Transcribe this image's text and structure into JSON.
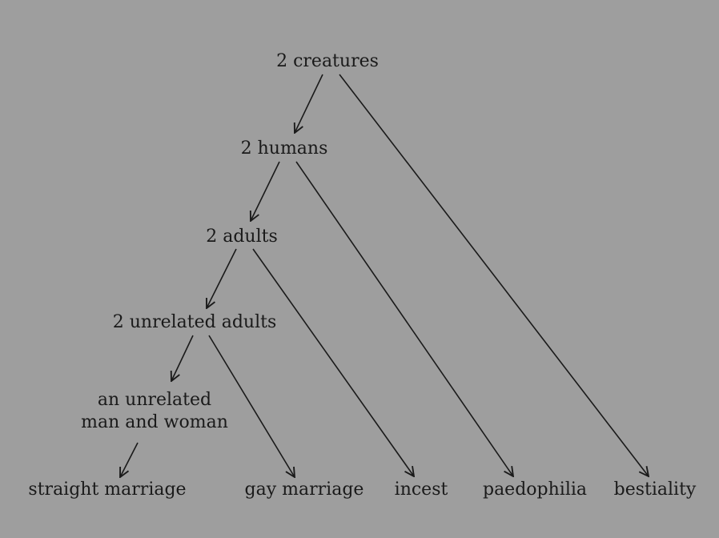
{
  "nodes": {
    "creatures": "2 creatures",
    "humans": "2 humans",
    "adults": "2 adults",
    "unrelated_adults": "2 unrelated adults",
    "man_and_woman_line1": "an unrelated",
    "man_and_woman_line2": "man and woman"
  },
  "leaves": {
    "straight_marriage": "straight marriage",
    "gay_marriage": "gay marriage",
    "incest": "incest",
    "paedophilia": "paedophilia",
    "bestiality": "bestiality"
  },
  "colors": {
    "background": "#9e9e9e",
    "ink": "#1a1a1a"
  }
}
